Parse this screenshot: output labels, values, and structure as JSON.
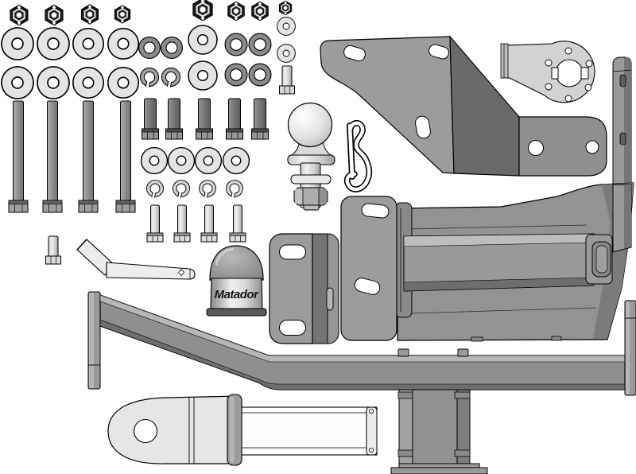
{
  "figure": {
    "kind": "exploded-parts-illustration",
    "subject": "trailer tow hitch mounting kit",
    "background": "#ffffff",
    "outline": "#000000"
  },
  "branding": {
    "ball_cover_label": "Matador"
  },
  "colors": {
    "background": "#ffffff",
    "outline": "#000000",
    "metal_light": "#e6e6e6",
    "metal_mid": "#9a9a9a",
    "metal_dark": "#6e6e6e",
    "nut_black": "#181818",
    "washer_dark": "#8a8a8a",
    "lockwasher_light": "#d6d6d6",
    "lockwasher_mid": "#a2a2a2"
  },
  "parts": [
    {
      "name": "hex-nut",
      "qty": 8
    },
    {
      "name": "flat-washer-large",
      "qty": 10
    },
    {
      "name": "flat-washer-medium",
      "qty": 4
    },
    {
      "name": "flat-washer-small",
      "qty": 2
    },
    {
      "name": "flat-washer-dark",
      "qty": 6
    },
    {
      "name": "split-lock-washer",
      "qty": 6
    },
    {
      "name": "hex-bolt-long",
      "qty": 4
    },
    {
      "name": "hex-bolt-medium",
      "qty": 5
    },
    {
      "name": "hex-bolt-short",
      "qty": 4
    },
    {
      "name": "hex-bolt-small",
      "qty": 2
    },
    {
      "name": "tow-ball-with-nut-and-washer",
      "qty": 1
    },
    {
      "name": "r-clip",
      "qty": 1
    },
    {
      "name": "bent-hitch-pin",
      "qty": 1
    },
    {
      "name": "ball-cover",
      "qty": 1
    },
    {
      "name": "gusset-bracket",
      "qty": 1
    },
    {
      "name": "socket-mounting-plate",
      "qty": 1
    },
    {
      "name": "flat-side-plate",
      "qty": 1
    },
    {
      "name": "slotted-bracket",
      "qty": 1
    },
    {
      "name": "crossmember-bracket-assembly",
      "qty": 1
    },
    {
      "name": "drawbar-beam",
      "qty": 1
    },
    {
      "name": "receiver-post",
      "qty": 1
    },
    {
      "name": "drawbar-tongue-with-receiver-tube",
      "qty": 1
    }
  ]
}
